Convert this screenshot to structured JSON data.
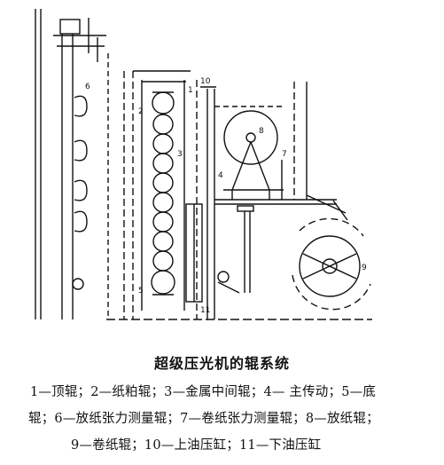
{
  "figure": {
    "title": "超级压光机的辊系统",
    "legend_lines": [
      "1—顶辊；2—纸粕辊；3—金属中间辊；4— 主传动；5—底",
      "辊；6—放纸张力测量辊；7—卷纸张力测量辊；8—放纸辊；",
      "9—卷纸辊；10—上油压缸；11—下油压缸"
    ],
    "drawing_labels": [
      "1",
      "2",
      "3",
      "4",
      "5",
      "6",
      "7",
      "8",
      "9",
      "10",
      "11"
    ]
  }
}
